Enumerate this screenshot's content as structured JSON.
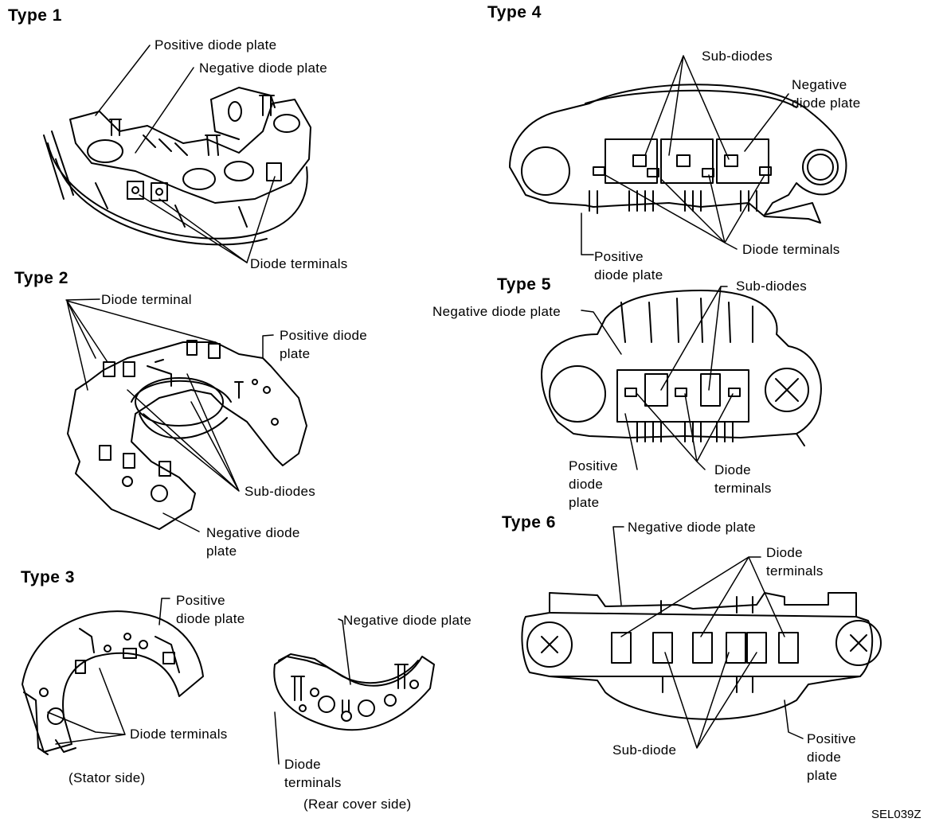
{
  "figure_code": "SEL039Z",
  "types": [
    {
      "title": "Type 1",
      "labels": [
        "Positive diode plate",
        "Negative diode plate",
        "Diode terminals"
      ]
    },
    {
      "title": "Type 2",
      "labels": [
        "Diode terminal",
        "Positive diode\nplate",
        "Sub-diodes",
        "Negative diode\nplate"
      ]
    },
    {
      "title": "Type 3",
      "labels": [
        "Positive\ndiode plate",
        "Diode terminals",
        "(Stator side)",
        "Negative diode plate",
        "Diode\nterminals",
        "(Rear cover side)"
      ]
    },
    {
      "title": "Type 4",
      "labels": [
        "Sub-diodes",
        "Negative\ndiode plate",
        "Diode terminals",
        "Positive\ndiode plate"
      ]
    },
    {
      "title": "Type 5",
      "labels": [
        "Sub-diodes",
        "Negative diode plate",
        "Positive\ndiode\nplate",
        "Diode\nterminals"
      ]
    },
    {
      "title": "Type 6",
      "labels": [
        "Negative diode plate",
        "Diode\nterminals",
        "Sub-diode",
        "Positive\ndiode\nplate"
      ]
    }
  ]
}
